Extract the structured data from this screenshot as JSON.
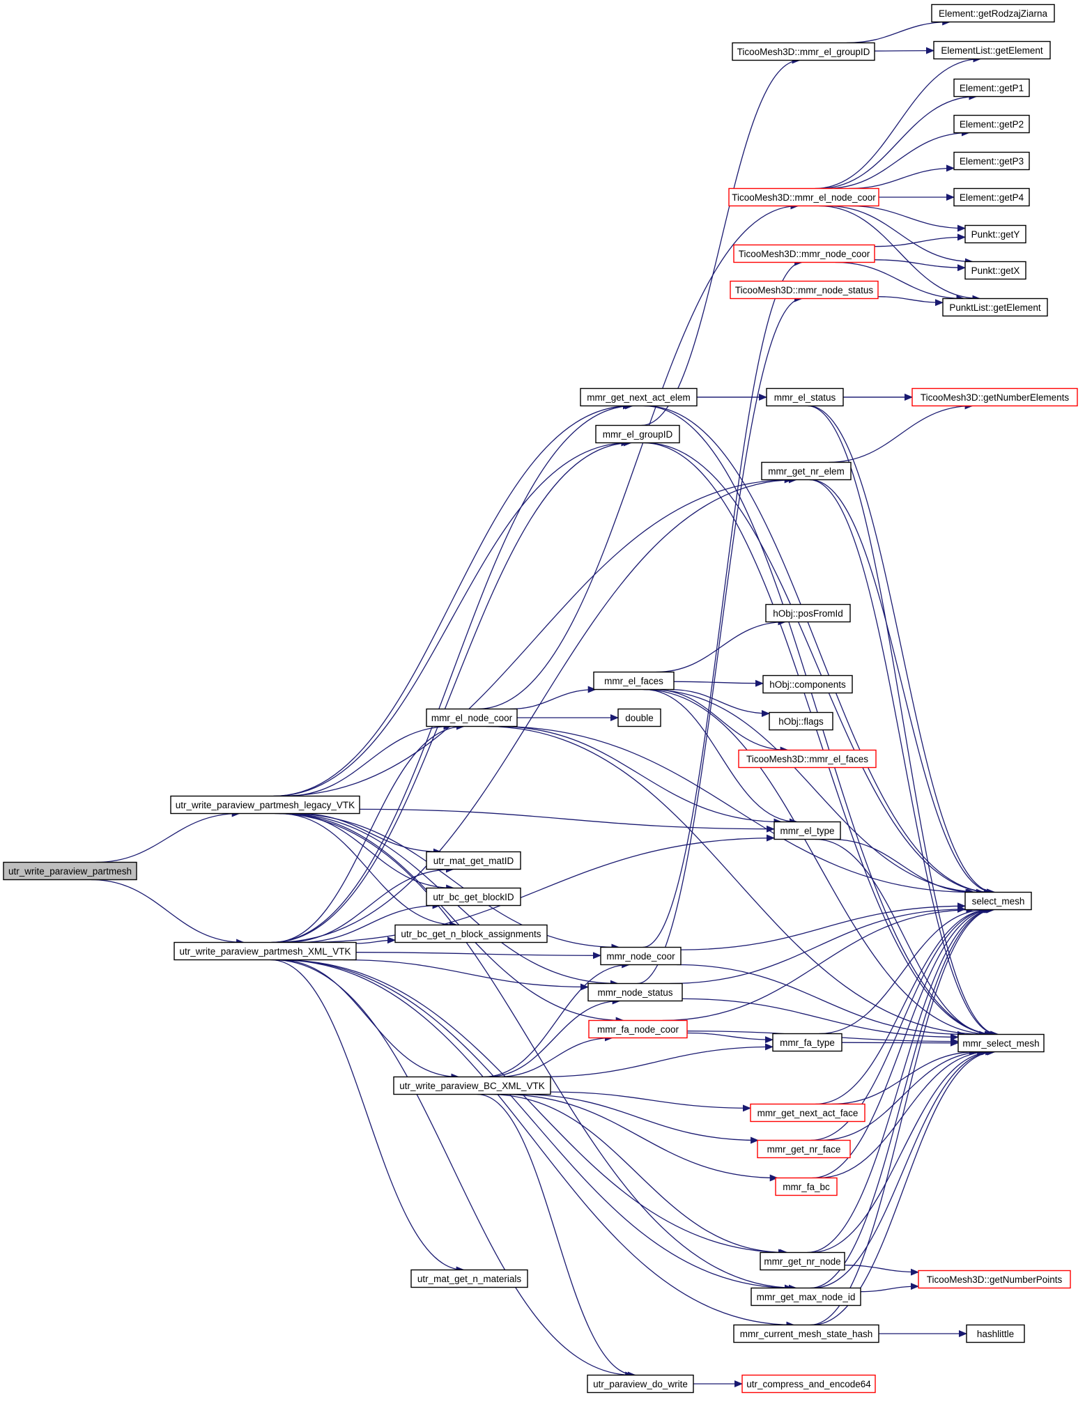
{
  "diagram": {
    "colors": {
      "edge": "#191970",
      "node_border": "#000000",
      "undocumented_border": "#ff0000",
      "root_fill": "#bfbfbf",
      "node_fill": "#ffffff"
    },
    "nodes": [
      {
        "id": "root",
        "label": "utr_write_paraview_partmesh",
        "style": "root"
      },
      {
        "id": "legacy",
        "label": "utr_write_paraview_partmesh_legacy_VTK",
        "style": "normal"
      },
      {
        "id": "xml",
        "label": "utr_write_paraview_partmesh_XML_VTK",
        "style": "normal"
      },
      {
        "id": "bcxml",
        "label": "utr_write_paraview_BC_XML_VTK",
        "style": "normal"
      },
      {
        "id": "dowrite",
        "label": "utr_paraview_do_write",
        "style": "normal"
      },
      {
        "id": "compress",
        "label": "utr_compress_and_encode64",
        "style": "red"
      },
      {
        "id": "matid",
        "label": "utr_mat_get_matID",
        "style": "normal"
      },
      {
        "id": "blockid",
        "label": "utr_bc_get_blockID",
        "style": "normal"
      },
      {
        "id": "nblock",
        "label": "utr_bc_get_n_block_assignments",
        "style": "normal"
      },
      {
        "id": "nmat",
        "label": "utr_mat_get_n_materials",
        "style": "normal"
      },
      {
        "id": "elnodecoor",
        "label": "mmr_el_node_coor",
        "style": "normal"
      },
      {
        "id": "double",
        "label": "double",
        "style": "normal"
      },
      {
        "id": "elfaces",
        "label": "mmr_el_faces",
        "style": "normal"
      },
      {
        "id": "posfromid",
        "label": "hObj::posFromId",
        "style": "normal"
      },
      {
        "id": "components",
        "label": "hObj::components",
        "style": "normal"
      },
      {
        "id": "flags",
        "label": "hObj::flags",
        "style": "normal"
      },
      {
        "id": "tmelfaces",
        "label": "TicooMesh3D::mmr_el_faces",
        "style": "red"
      },
      {
        "id": "eltype",
        "label": "mmr_el_type",
        "style": "normal"
      },
      {
        "id": "selectmesh",
        "label": "select_mesh",
        "style": "normal"
      },
      {
        "id": "mmrselect",
        "label": "mmr_select_mesh",
        "style": "normal"
      },
      {
        "id": "nodecoor",
        "label": "mmr_node_coor",
        "style": "normal"
      },
      {
        "id": "nodestatus",
        "label": "mmr_node_status",
        "style": "normal"
      },
      {
        "id": "fanodecoor",
        "label": "mmr_fa_node_coor",
        "style": "red"
      },
      {
        "id": "fatype",
        "label": "mmr_fa_type",
        "style": "normal"
      },
      {
        "id": "nextactface",
        "label": "mmr_get_next_act_face",
        "style": "red"
      },
      {
        "id": "nrface",
        "label": "mmr_get_nr_face",
        "style": "red"
      },
      {
        "id": "fabc",
        "label": "mmr_fa_bc",
        "style": "red"
      },
      {
        "id": "nrnode",
        "label": "mmr_get_nr_node",
        "style": "normal"
      },
      {
        "id": "maxnode",
        "label": "mmr_get_max_node_id",
        "style": "normal"
      },
      {
        "id": "hash",
        "label": "mmr_current_mesh_state_hash",
        "style": "normal"
      },
      {
        "id": "hashlittle",
        "label": "hashlittle",
        "style": "normal"
      },
      {
        "id": "numpoints",
        "label": "TicooMesh3D::getNumberPoints",
        "style": "red"
      },
      {
        "id": "nextactelem",
        "label": "mmr_get_next_act_elem",
        "style": "normal"
      },
      {
        "id": "elgroupid",
        "label": "mmr_el_groupID",
        "style": "normal"
      },
      {
        "id": "nrelem",
        "label": "mmr_get_nr_elem",
        "style": "normal"
      },
      {
        "id": "elstatus",
        "label": "mmr_el_status",
        "style": "normal"
      },
      {
        "id": "numelems",
        "label": "TicooMesh3D::getNumberElements",
        "style": "red"
      },
      {
        "id": "tmgroupid",
        "label": "TicooMesh3D::mmr_el_groupID",
        "style": "normal"
      },
      {
        "id": "tmelnodecoor",
        "label": "TicooMesh3D::mmr_el_node_coor",
        "style": "red"
      },
      {
        "id": "tmnodecoor",
        "label": "TicooMesh3D::mmr_node_coor",
        "style": "red"
      },
      {
        "id": "tmnodestatus",
        "label": "TicooMesh3D::mmr_node_status",
        "style": "red"
      },
      {
        "id": "rodzaj",
        "label": "Element::getRodzajZiarna",
        "style": "normal"
      },
      {
        "id": "ellistget",
        "label": "ElementList::getElement",
        "style": "normal"
      },
      {
        "id": "getp1",
        "label": "Element::getP1",
        "style": "normal"
      },
      {
        "id": "getp2",
        "label": "Element::getP2",
        "style": "normal"
      },
      {
        "id": "getp3",
        "label": "Element::getP3",
        "style": "normal"
      },
      {
        "id": "getp4",
        "label": "Element::getP4",
        "style": "normal"
      },
      {
        "id": "punkty",
        "label": "Punkt::getY",
        "style": "normal"
      },
      {
        "id": "punktx",
        "label": "Punkt::getX",
        "style": "normal"
      },
      {
        "id": "punktlist",
        "label": "PunktList::getElement",
        "style": "normal"
      }
    ],
    "edges": [
      [
        "root",
        "legacy"
      ],
      [
        "root",
        "xml"
      ],
      [
        "legacy",
        "nextactelem"
      ],
      [
        "legacy",
        "elgroupid"
      ],
      [
        "legacy",
        "nrelem"
      ],
      [
        "legacy",
        "elnodecoor"
      ],
      [
        "legacy",
        "eltype"
      ],
      [
        "legacy",
        "matid"
      ],
      [
        "legacy",
        "blockid"
      ],
      [
        "legacy",
        "nblock"
      ],
      [
        "legacy",
        "nodecoor"
      ],
      [
        "legacy",
        "nodestatus"
      ],
      [
        "legacy",
        "fanodecoor"
      ],
      [
        "legacy",
        "maxnode"
      ],
      [
        "xml",
        "nextactelem"
      ],
      [
        "xml",
        "elgroupid"
      ],
      [
        "xml",
        "nrelem"
      ],
      [
        "xml",
        "elnodecoor"
      ],
      [
        "xml",
        "eltype"
      ],
      [
        "xml",
        "matid"
      ],
      [
        "xml",
        "blockid"
      ],
      [
        "xml",
        "nblock"
      ],
      [
        "xml",
        "nodecoor"
      ],
      [
        "xml",
        "nodestatus"
      ],
      [
        "xml",
        "bcxml"
      ],
      [
        "xml",
        "nmat"
      ],
      [
        "xml",
        "nrnode"
      ],
      [
        "xml",
        "maxnode"
      ],
      [
        "xml",
        "hash"
      ],
      [
        "xml",
        "dowrite"
      ],
      [
        "bcxml",
        "nodecoor"
      ],
      [
        "bcxml",
        "nodestatus"
      ],
      [
        "bcxml",
        "fanodecoor"
      ],
      [
        "bcxml",
        "fatype"
      ],
      [
        "bcxml",
        "nextactface"
      ],
      [
        "bcxml",
        "nrface"
      ],
      [
        "bcxml",
        "fabc"
      ],
      [
        "bcxml",
        "nrnode"
      ],
      [
        "bcxml",
        "dowrite"
      ],
      [
        "dowrite",
        "compress"
      ],
      [
        "elnodecoor",
        "tmelnodecoor"
      ],
      [
        "elnodecoor",
        "elfaces"
      ],
      [
        "elnodecoor",
        "double"
      ],
      [
        "elnodecoor",
        "eltype"
      ],
      [
        "elnodecoor",
        "selectmesh"
      ],
      [
        "elnodecoor",
        "mmrselect"
      ],
      [
        "elfaces",
        "posfromid"
      ],
      [
        "elfaces",
        "components"
      ],
      [
        "elfaces",
        "flags"
      ],
      [
        "elfaces",
        "tmelfaces"
      ],
      [
        "elfaces",
        "eltype"
      ],
      [
        "elfaces",
        "selectmesh"
      ],
      [
        "elfaces",
        "mmrselect"
      ],
      [
        "eltype",
        "selectmesh"
      ],
      [
        "eltype",
        "mmrselect"
      ],
      [
        "nodecoor",
        "tmnodecoor"
      ],
      [
        "nodecoor",
        "selectmesh"
      ],
      [
        "nodecoor",
        "mmrselect"
      ],
      [
        "nodestatus",
        "tmnodestatus"
      ],
      [
        "nodestatus",
        "selectmesh"
      ],
      [
        "nodestatus",
        "mmrselect"
      ],
      [
        "fanodecoor",
        "fatype"
      ],
      [
        "fanodecoor",
        "selectmesh"
      ],
      [
        "fanodecoor",
        "mmrselect"
      ],
      [
        "fatype",
        "selectmesh"
      ],
      [
        "fatype",
        "mmrselect"
      ],
      [
        "nextactface",
        "selectmesh"
      ],
      [
        "nextactface",
        "mmrselect"
      ],
      [
        "nrface",
        "selectmesh"
      ],
      [
        "nrface",
        "mmrselect"
      ],
      [
        "fabc",
        "selectmesh"
      ],
      [
        "fabc",
        "mmrselect"
      ],
      [
        "nrnode",
        "numpoints"
      ],
      [
        "nrnode",
        "selectmesh"
      ],
      [
        "nrnode",
        "mmrselect"
      ],
      [
        "maxnode",
        "numpoints"
      ],
      [
        "maxnode",
        "selectmesh"
      ],
      [
        "maxnode",
        "mmrselect"
      ],
      [
        "hash",
        "hashlittle"
      ],
      [
        "hash",
        "selectmesh"
      ],
      [
        "hash",
        "mmrselect"
      ],
      [
        "nextactelem",
        "elstatus"
      ],
      [
        "nextactelem",
        "numelems"
      ],
      [
        "nextactelem",
        "selectmesh"
      ],
      [
        "nextactelem",
        "mmrselect"
      ],
      [
        "elgroupid",
        "tmgroupid"
      ],
      [
        "elgroupid",
        "selectmesh"
      ],
      [
        "elgroupid",
        "mmrselect"
      ],
      [
        "nrelem",
        "numelems"
      ],
      [
        "nrelem",
        "selectmesh"
      ],
      [
        "nrelem",
        "mmrselect"
      ],
      [
        "elstatus",
        "numelems"
      ],
      [
        "elstatus",
        "selectmesh"
      ],
      [
        "elstatus",
        "mmrselect"
      ],
      [
        "tmgroupid",
        "rodzaj"
      ],
      [
        "tmgroupid",
        "ellistget"
      ],
      [
        "tmelnodecoor",
        "ellistget"
      ],
      [
        "tmelnodecoor",
        "getp1"
      ],
      [
        "tmelnodecoor",
        "getp2"
      ],
      [
        "tmelnodecoor",
        "getp3"
      ],
      [
        "tmelnodecoor",
        "getp4"
      ],
      [
        "tmelnodecoor",
        "punkty"
      ],
      [
        "tmelnodecoor",
        "punktx"
      ],
      [
        "tmelnodecoor",
        "punktlist"
      ],
      [
        "tmnodecoor",
        "punkty"
      ],
      [
        "tmnodecoor",
        "punktx"
      ],
      [
        "tmnodecoor",
        "punktlist"
      ],
      [
        "tmnodestatus",
        "punktlist"
      ]
    ]
  }
}
